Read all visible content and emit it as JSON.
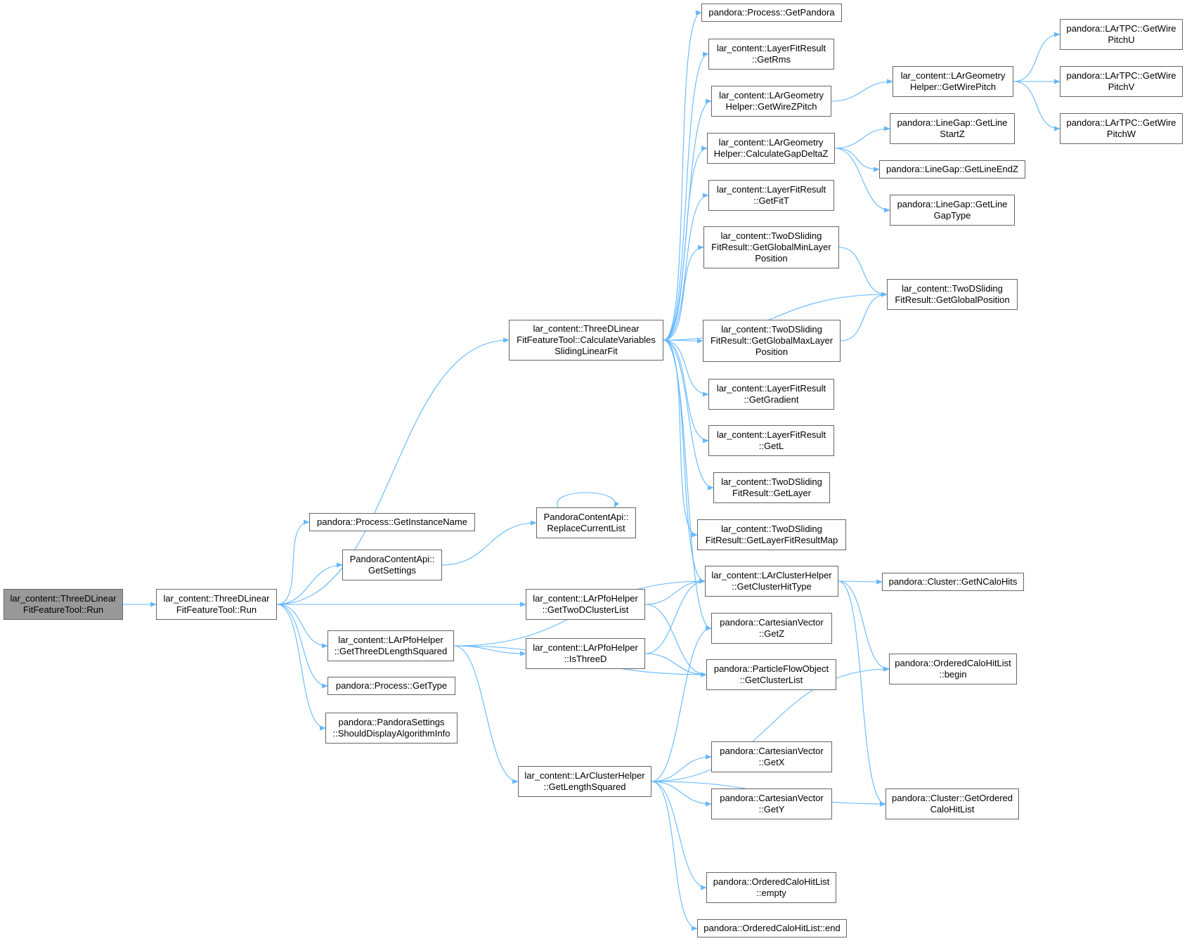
{
  "colors": {
    "edge": "#63b8ff",
    "root_fill": "#999999",
    "node_border": "#666666"
  },
  "nodes": [
    {
      "id": "root",
      "lines": [
        "lar_content::ThreeDLinear",
        "FitFeatureTool::Run"
      ],
      "root": true
    },
    {
      "id": "run",
      "lines": [
        "lar_content::ThreeDLinear",
        "FitFeatureTool::Run"
      ]
    },
    {
      "id": "calc",
      "lines": [
        "lar_content::ThreeDLinear",
        "FitFeatureTool::CalculateVariables",
        "SlidingLinearFit"
      ]
    },
    {
      "id": "getInstanceName",
      "lines": [
        "pandora::Process::GetInstanceName"
      ]
    },
    {
      "id": "getSettings",
      "lines": [
        "PandoraContentApi::",
        "GetSettings"
      ]
    },
    {
      "id": "replaceCurrentList",
      "lines": [
        "PandoraContentApi::",
        "ReplaceCurrentList"
      ]
    },
    {
      "id": "getThreeDLengthSquared",
      "lines": [
        "lar_content::LArPfoHelper",
        "::GetThreeDLengthSquared"
      ]
    },
    {
      "id": "getType",
      "lines": [
        "pandora::Process::GetType"
      ]
    },
    {
      "id": "shouldDisplay",
      "lines": [
        "pandora::PandoraSettings",
        "::ShouldDisplayAlgorithmInfo"
      ]
    },
    {
      "id": "getTwoDClusterList",
      "lines": [
        "lar_content::LArPfoHelper",
        "::GetTwoDClusterList"
      ]
    },
    {
      "id": "isThreeD",
      "lines": [
        "lar_content::LArPfoHelper",
        "::IsThreeD"
      ]
    },
    {
      "id": "getLengthSquared",
      "lines": [
        "lar_content::LArClusterHelper",
        "::GetLengthSquared"
      ]
    },
    {
      "id": "getPandora",
      "lines": [
        "pandora::Process::GetPandora"
      ]
    },
    {
      "id": "getRms",
      "lines": [
        "lar_content::LayerFitResult",
        "::GetRms"
      ]
    },
    {
      "id": "getWireZPitch",
      "lines": [
        "lar_content::LArGeometry",
        "Helper::GetWireZPitch"
      ]
    },
    {
      "id": "calcGapDeltaZ",
      "lines": [
        "lar_content::LArGeometry",
        "Helper::CalculateGapDeltaZ"
      ]
    },
    {
      "id": "getFitT",
      "lines": [
        "lar_content::LayerFitResult",
        "::GetFitT"
      ]
    },
    {
      "id": "getGlobalMinLayerPosition",
      "lines": [
        "lar_content::TwoDSliding",
        "FitResult::GetGlobalMinLayer",
        "Position"
      ]
    },
    {
      "id": "getGlobalMaxLayerPosition",
      "lines": [
        "lar_content::TwoDSliding",
        "FitResult::GetGlobalMaxLayer",
        "Position"
      ]
    },
    {
      "id": "getGradient",
      "lines": [
        "lar_content::LayerFitResult",
        "::GetGradient"
      ]
    },
    {
      "id": "getL",
      "lines": [
        "lar_content::LayerFitResult",
        "::GetL"
      ]
    },
    {
      "id": "getLayer",
      "lines": [
        "lar_content::TwoDSliding",
        "FitResult::GetLayer"
      ]
    },
    {
      "id": "getLayerFitResultMap",
      "lines": [
        "lar_content::TwoDSliding",
        "FitResult::GetLayerFitResultMap"
      ]
    },
    {
      "id": "getClusterHitType",
      "lines": [
        "lar_content::LArClusterHelper",
        "::GetClusterHitType"
      ]
    },
    {
      "id": "getZ",
      "lines": [
        "pandora::CartesianVector",
        "::GetZ"
      ]
    },
    {
      "id": "getClusterList",
      "lines": [
        "pandora::ParticleFlowObject",
        "::GetClusterList"
      ]
    },
    {
      "id": "getX",
      "lines": [
        "pandora::CartesianVector",
        "::GetX"
      ]
    },
    {
      "id": "getY",
      "lines": [
        "pandora::CartesianVector",
        "::GetY"
      ]
    },
    {
      "id": "empty",
      "lines": [
        "pandora::OrderedCaloHitList",
        "::empty"
      ]
    },
    {
      "id": "end",
      "lines": [
        "pandora::OrderedCaloHitList::end"
      ]
    },
    {
      "id": "getWirePitch",
      "lines": [
        "lar_content::LArGeometry",
        "Helper::GetWirePitch"
      ]
    },
    {
      "id": "getLineStartZ",
      "lines": [
        "pandora::LineGap::GetLine",
        "StartZ"
      ]
    },
    {
      "id": "getLineEndZ",
      "lines": [
        "pandora::LineGap::GetLineEndZ"
      ]
    },
    {
      "id": "getLineGapType",
      "lines": [
        "pandora::LineGap::GetLine",
        "GapType"
      ]
    },
    {
      "id": "getGlobalPosition",
      "lines": [
        "lar_content::TwoDSliding",
        "FitResult::GetGlobalPosition"
      ]
    },
    {
      "id": "getNCaloHits",
      "lines": [
        "pandora::Cluster::GetNCaloHits"
      ]
    },
    {
      "id": "begin",
      "lines": [
        "pandora::OrderedCaloHitList",
        "::begin"
      ]
    },
    {
      "id": "getOrderedCaloHitList",
      "lines": [
        "pandora::Cluster::GetOrdered",
        "CaloHitList"
      ]
    },
    {
      "id": "pitchU",
      "lines": [
        "pandora::LArTPC::GetWire",
        "PitchU"
      ]
    },
    {
      "id": "pitchV",
      "lines": [
        "pandora::LArTPC::GetWire",
        "PitchV"
      ]
    },
    {
      "id": "pitchW",
      "lines": [
        "pandora::LArTPC::GetWire",
        "PitchW"
      ]
    }
  ],
  "edges": [
    [
      "root",
      "run"
    ],
    [
      "run",
      "calc"
    ],
    [
      "run",
      "getInstanceName"
    ],
    [
      "run",
      "getSettings"
    ],
    [
      "run",
      "getTwoDClusterList"
    ],
    [
      "run",
      "getThreeDLengthSquared"
    ],
    [
      "run",
      "getType"
    ],
    [
      "run",
      "shouldDisplay"
    ],
    [
      "calc",
      "getPandora"
    ],
    [
      "calc",
      "getRms"
    ],
    [
      "calc",
      "getWireZPitch"
    ],
    [
      "calc",
      "calcGapDeltaZ"
    ],
    [
      "calc",
      "getFitT"
    ],
    [
      "calc",
      "getGlobalMinLayerPosition"
    ],
    [
      "calc",
      "getGlobalPosition"
    ],
    [
      "calc",
      "getGlobalMaxLayerPosition"
    ],
    [
      "calc",
      "getGradient"
    ],
    [
      "calc",
      "getL"
    ],
    [
      "calc",
      "getLayer"
    ],
    [
      "calc",
      "getLayerFitResultMap"
    ],
    [
      "calc",
      "getClusterHitType"
    ],
    [
      "calc",
      "getZ"
    ],
    [
      "getSettings",
      "replaceCurrentList"
    ],
    [
      "replaceCurrentList",
      "replaceCurrentList"
    ],
    [
      "getThreeDLengthSquared",
      "getClusterHitType"
    ],
    [
      "getThreeDLengthSquared",
      "isThreeD"
    ],
    [
      "getThreeDLengthSquared",
      "getClusterList"
    ],
    [
      "getThreeDLengthSquared",
      "getLengthSquared"
    ],
    [
      "getTwoDClusterList",
      "getClusterHitType"
    ],
    [
      "getTwoDClusterList",
      "getClusterList"
    ],
    [
      "isThreeD",
      "getClusterHitType"
    ],
    [
      "isThreeD",
      "getClusterList"
    ],
    [
      "getLengthSquared",
      "getZ"
    ],
    [
      "getLengthSquared",
      "begin"
    ],
    [
      "getLengthSquared",
      "getX"
    ],
    [
      "getLengthSquared",
      "getY"
    ],
    [
      "getLengthSquared",
      "getOrderedCaloHitList"
    ],
    [
      "getLengthSquared",
      "empty"
    ],
    [
      "getLengthSquared",
      "end"
    ],
    [
      "getWireZPitch",
      "getWirePitch"
    ],
    [
      "getWirePitch",
      "pitchU"
    ],
    [
      "getWirePitch",
      "pitchV"
    ],
    [
      "getWirePitch",
      "pitchW"
    ],
    [
      "calcGapDeltaZ",
      "getLineStartZ"
    ],
    [
      "calcGapDeltaZ",
      "getLineEndZ"
    ],
    [
      "calcGapDeltaZ",
      "getLineGapType"
    ],
    [
      "getGlobalMinLayerPosition",
      "getGlobalPosition"
    ],
    [
      "getGlobalMaxLayerPosition",
      "getGlobalPosition"
    ],
    [
      "getClusterHitType",
      "getNCaloHits"
    ],
    [
      "getClusterHitType",
      "begin"
    ],
    [
      "getClusterHitType",
      "getOrderedCaloHitList"
    ]
  ]
}
